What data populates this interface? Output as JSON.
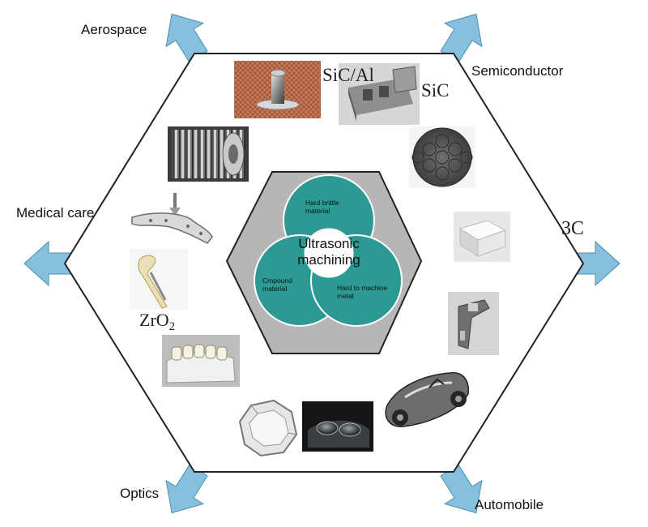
{
  "colors": {
    "arrow_fill": "#87c0dc",
    "arrow_stroke": "#4a8fb4",
    "hex_stroke": "#222222",
    "inner_hex_fill": "#b6b6b6",
    "circle_fill": "#2c9a92",
    "circle_stroke": "#ffffff"
  },
  "arrows": {
    "aerospace": "Aerospace",
    "semiconductor": "Semiconductor",
    "medical_care": "Medical care",
    "three_c": "3C",
    "optics": "Optics",
    "automobile": "Automobile"
  },
  "image_labels": {
    "sic_al": "SiC/Al",
    "sic": "SiC",
    "zro2_base": "ZrO",
    "zro2_sub": "2"
  },
  "center": {
    "title_line1": "Ultrasonic",
    "title_line2": "machining",
    "hard_brittle_line1": "Hard brittle",
    "hard_brittle_line2": "material",
    "compound_line1": "Cmpound",
    "compound_line2": "material",
    "hard_machine_line1": "Hard to machine",
    "hard_machine_line2": "metal"
  },
  "images": [
    "riveted-mesh-photo",
    "sic-al-part-photo",
    "turbine-blade-photo",
    "sic-wafer-photo",
    "bone-plate-photo",
    "white-3c-part-photo",
    "arm-bone-implant-photo",
    "steel-bracket-photo",
    "zirconia-dental-photo",
    "sports-car-photo",
    "octagonal-lens-photo",
    "camera-lens-module-photo"
  ]
}
